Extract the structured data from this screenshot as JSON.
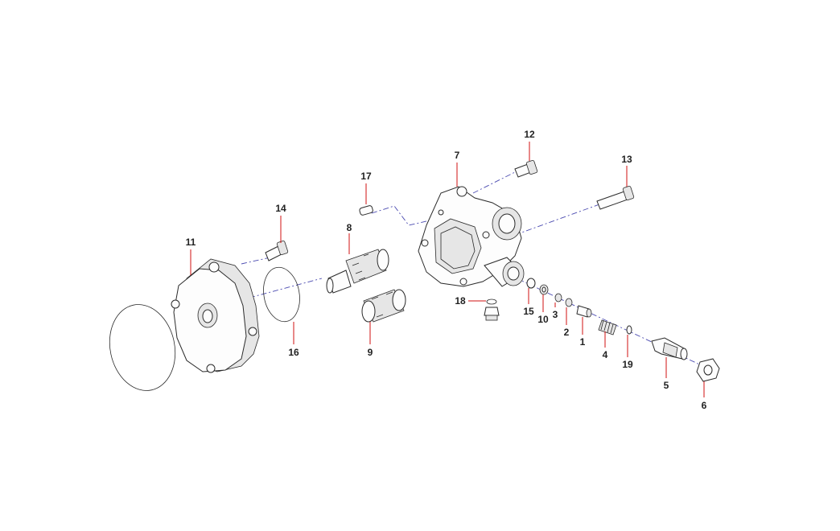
{
  "diagram": {
    "callouts": {
      "c1": "1",
      "c2": "2",
      "c3": "3",
      "c4": "4",
      "c5": "5",
      "c6": "6",
      "c7": "7",
      "c8": "8",
      "c9": "9",
      "c10": "10",
      "c11": "11",
      "c12": "12",
      "c13": "13",
      "c14": "14",
      "c15": "15",
      "c16": "16",
      "c17": "17",
      "c18": "18",
      "c19": "19"
    },
    "colors": {
      "leader": "#d01010",
      "axis": "#4a4ab0",
      "outline": "#2a2a2a",
      "label": "#222222"
    }
  }
}
